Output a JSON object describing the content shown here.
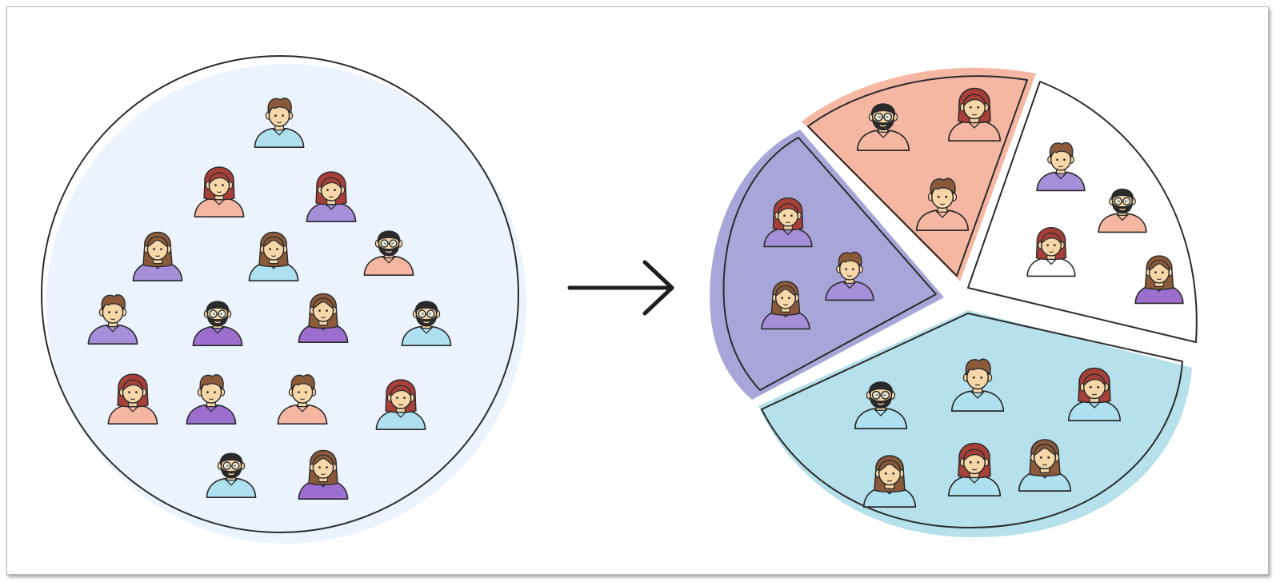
{
  "diagram": {
    "colors": {
      "population_fill": "#eaf3fe",
      "segment_purple": "#a8a6d8",
      "segment_salmon": "#f6b7a2",
      "segment_white": "#ffffff",
      "segment_blue": "#b5e0ec",
      "outline": "#2b2b2b",
      "shirt_blue": "#aee0ef",
      "shirt_salmon": "#f6b7a2",
      "shirt_purple": "#a48fd8",
      "shirt_violet": "#9c6fcf",
      "hair_brown": "#8a5a3b",
      "hair_red": "#a8403a",
      "hair_black": "#2a2a2a",
      "skin": "#f7d7a8"
    },
    "arrow_icon": "arrow-right-icon",
    "population": {
      "people": [
        {
          "type": "man",
          "shirt": "shirt_blue"
        },
        {
          "type": "redwoman",
          "shirt": "shirt_salmon"
        },
        {
          "type": "redwoman",
          "shirt": "shirt_purple"
        },
        {
          "type": "girl",
          "shirt": "shirt_purple"
        },
        {
          "type": "girl",
          "shirt": "shirt_blue"
        },
        {
          "type": "beard",
          "shirt": "shirt_salmon"
        },
        {
          "type": "man",
          "shirt": "shirt_purple"
        },
        {
          "type": "beard",
          "shirt": "shirt_violet"
        },
        {
          "type": "girl",
          "shirt": "shirt_violet"
        },
        {
          "type": "beard",
          "shirt": "shirt_blue"
        },
        {
          "type": "redwoman",
          "shirt": "shirt_salmon"
        },
        {
          "type": "man",
          "shirt": "shirt_violet"
        },
        {
          "type": "man",
          "shirt": "shirt_salmon"
        },
        {
          "type": "redwoman",
          "shirt": "shirt_blue"
        },
        {
          "type": "beard",
          "shirt": "shirt_blue"
        },
        {
          "type": "girl",
          "shirt": "shirt_violet"
        }
      ]
    },
    "segments": [
      {
        "name": "purple",
        "people": [
          {
            "type": "redwoman",
            "shirt": "shirt_purple"
          },
          {
            "type": "man",
            "shirt": "shirt_purple"
          },
          {
            "type": "girl",
            "shirt": "shirt_purple"
          }
        ]
      },
      {
        "name": "salmon",
        "people": [
          {
            "type": "beard",
            "shirt": "shirt_salmon"
          },
          {
            "type": "redwoman",
            "shirt": "shirt_salmon"
          },
          {
            "type": "man",
            "shirt": "shirt_salmon"
          }
        ]
      },
      {
        "name": "white",
        "people": [
          {
            "type": "man",
            "shirt": "shirt_purple"
          },
          {
            "type": "beard",
            "shirt": "shirt_salmon"
          },
          {
            "type": "redwoman",
            "shirt": "segment_white"
          },
          {
            "type": "girl",
            "shirt": "shirt_violet"
          }
        ]
      },
      {
        "name": "blue",
        "people": [
          {
            "type": "beard",
            "shirt": "shirt_blue"
          },
          {
            "type": "man",
            "shirt": "shirt_blue"
          },
          {
            "type": "redwoman",
            "shirt": "shirt_blue"
          },
          {
            "type": "girl",
            "shirt": "shirt_blue"
          },
          {
            "type": "redwoman",
            "shirt": "shirt_blue"
          },
          {
            "type": "girl",
            "shirt": "shirt_blue"
          }
        ]
      }
    ]
  }
}
